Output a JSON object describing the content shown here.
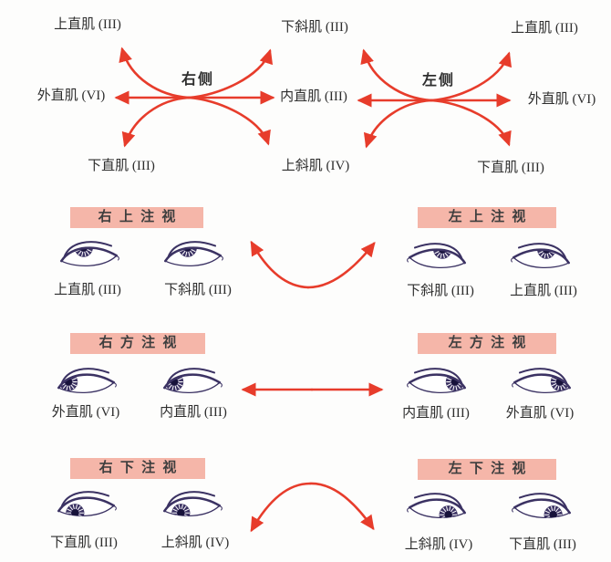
{
  "palette": {
    "arrow_red": "#e73c2b",
    "banner_pink": "#f5b6a9",
    "eye_ink": "#3b3263",
    "pupil_dark": "#17123a",
    "text_dark": "#2e2e2e"
  },
  "top_section": {
    "right_eye_diagram": {
      "title": "右侧",
      "upper_left_label": "上直肌 (III)",
      "left_label": "外直肌 (VI)",
      "lower_left_label": "下直肌 (III)"
    },
    "shared_middle_labels": {
      "upper": "下斜肌 (III)",
      "middle": "内直肌 (III)",
      "lower": "上斜肌 (IV)"
    },
    "left_eye_diagram": {
      "title": "左侧",
      "upper_right_label": "上直肌 (III)",
      "right_label": "外直肌 (VI)",
      "lower_right_label": "下直肌 (III)"
    }
  },
  "gaze_rows": [
    {
      "center_arrow": "curve-opening-up",
      "left_group": {
        "banner": "右上注视",
        "eyes": [
          {
            "muscle": "上直肌 (III)",
            "gaze": "up"
          },
          {
            "muscle": "下斜肌 (III)",
            "gaze": "up"
          }
        ]
      },
      "right_group": {
        "banner": "左上注视",
        "eyes": [
          {
            "muscle": "下斜肌 (III)",
            "gaze": "up"
          },
          {
            "muscle": "上直肌 (III)",
            "gaze": "up"
          }
        ]
      }
    },
    {
      "center_arrow": "horizontal-double",
      "left_group": {
        "banner": "右方注视",
        "eyes": [
          {
            "muscle": "外直肌 (VI)",
            "gaze": "side"
          },
          {
            "muscle": "内直肌 (III)",
            "gaze": "side"
          }
        ]
      },
      "right_group": {
        "banner": "左方注视",
        "eyes": [
          {
            "muscle": "内直肌 (III)",
            "gaze": "side"
          },
          {
            "muscle": "外直肌 (VI)",
            "gaze": "side"
          }
        ]
      }
    },
    {
      "center_arrow": "curve-opening-down",
      "left_group": {
        "banner": "右下注视",
        "eyes": [
          {
            "muscle": "下直肌 (III)",
            "gaze": "down"
          },
          {
            "muscle": "上斜肌 (IV)",
            "gaze": "down"
          }
        ]
      },
      "right_group": {
        "banner": "左下注视",
        "eyes": [
          {
            "muscle": "上斜肌 (IV)",
            "gaze": "down"
          },
          {
            "muscle": "下直肌 (III)",
            "gaze": "down"
          }
        ]
      }
    }
  ]
}
